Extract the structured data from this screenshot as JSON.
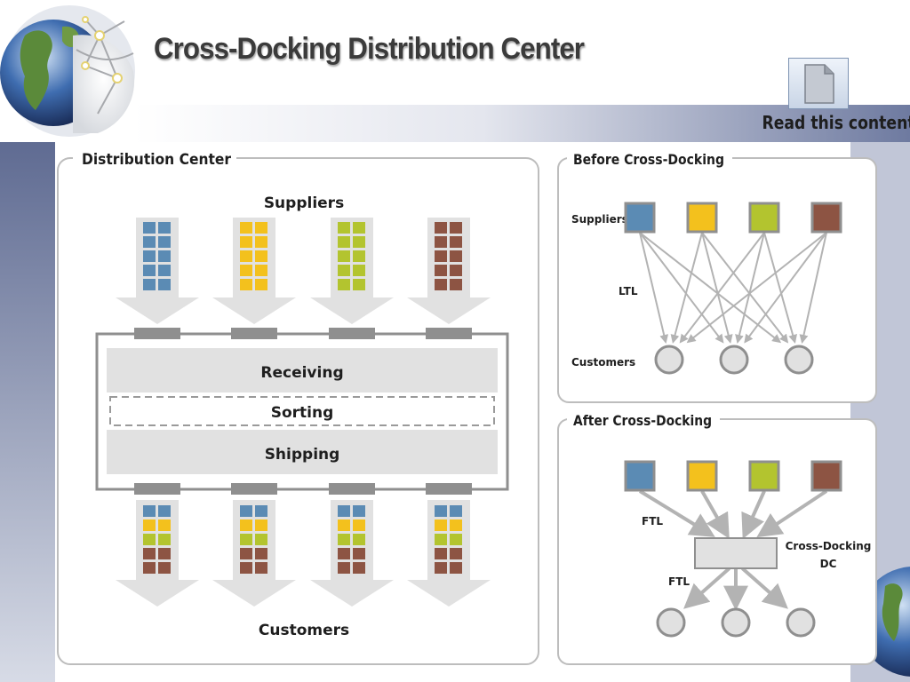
{
  "slide": {
    "title": "Cross-Docking Distribution Center",
    "read_link": "Read this content",
    "colors": {
      "blue": "#5b8bb4",
      "yellow": "#f3c11d",
      "green": "#b3c42f",
      "brown": "#8d5443",
      "panel_border": "#bdbdbd",
      "band": "#e1e1e1"
    }
  },
  "distribution_center": {
    "panel_title": "Distribution Center",
    "suppliers_label": "Suppliers",
    "customers_label": "Customers",
    "stages": {
      "receiving": "Receiving",
      "sorting": "Sorting",
      "shipping": "Shipping"
    },
    "supplier_colors": [
      "blue",
      "yellow",
      "green",
      "brown"
    ],
    "customer_rows": [
      [
        "blue",
        "blue"
      ],
      [
        "yellow",
        "yellow"
      ],
      [
        "green",
        "green"
      ],
      [
        "brown",
        "brown"
      ],
      [
        "brown",
        "brown"
      ]
    ]
  },
  "before": {
    "panel_title": "Before Cross-Docking",
    "suppliers_label": "Suppliers",
    "link_label": "LTL",
    "customers_label": "Customers"
  },
  "after": {
    "panel_title": "After Cross-Docking",
    "inbound_label": "FTL",
    "outbound_label": "FTL",
    "dc_label_line1": "Cross-Docking",
    "dc_label_line2": "DC"
  }
}
